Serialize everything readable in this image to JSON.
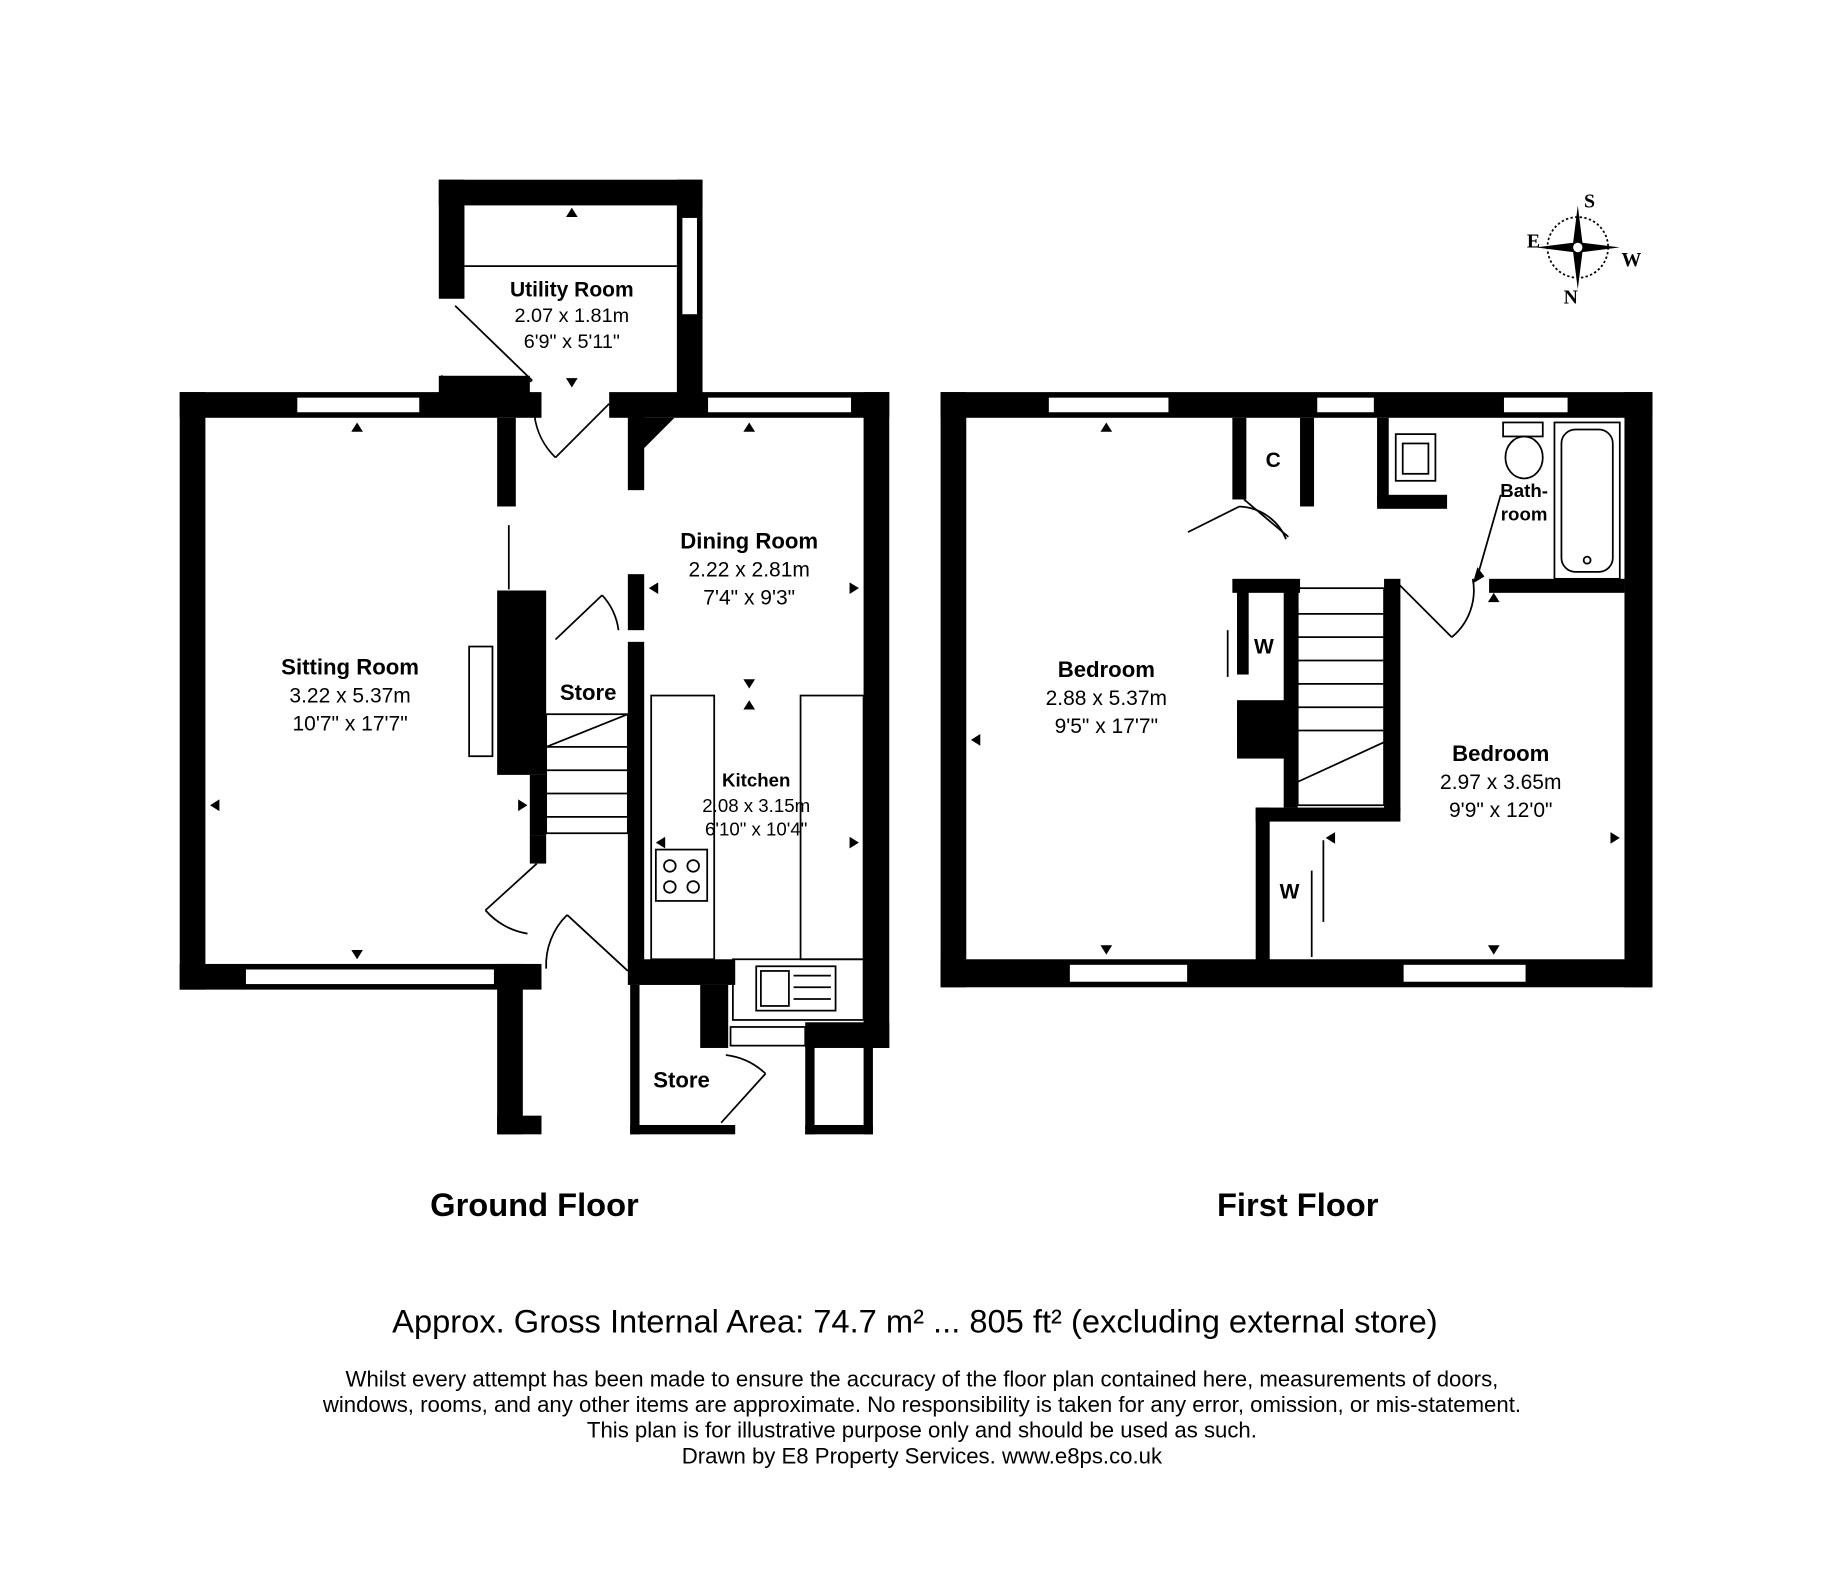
{
  "ground_floor": {
    "title": "Ground Floor",
    "rooms": {
      "utility": {
        "name": "Utility Room",
        "metric": "2.07 x 1.81m",
        "imperial": "6'9\" x 5'11\""
      },
      "sitting": {
        "name": "Sitting Room",
        "metric": "3.22 x 5.37m",
        "imperial": "10'7\" x 17'7\""
      },
      "dining": {
        "name": "Dining Room",
        "metric": "2.22 x 2.81m",
        "imperial": "7'4\" x 9'3\""
      },
      "store_inner": {
        "name": "Store"
      },
      "kitchen": {
        "name": "Kitchen",
        "metric": "2.08 x 3.15m",
        "imperial": "6'10\" x 10'4\""
      },
      "store_outer": {
        "name": "Store"
      }
    }
  },
  "first_floor": {
    "title": "First Floor",
    "rooms": {
      "cupboard": {
        "name": "C"
      },
      "bathroom": {
        "name_line1": "Bath-",
        "name_line2": "room"
      },
      "bedroom_left": {
        "name": "Bedroom",
        "metric": "2.88 x 5.37m",
        "imperial": "9'5\" x 17'7\""
      },
      "bedroom_right": {
        "name": "Bedroom",
        "metric": "2.97 x 3.65m",
        "imperial": "9'9\" x 12'0\""
      },
      "wardrobe_1": {
        "name": "W"
      },
      "wardrobe_2": {
        "name": "W"
      }
    }
  },
  "compass": {
    "n": "N",
    "s": "S",
    "e": "E",
    "w": "W",
    "icon": "compass-icon"
  },
  "area": "Approx. Gross Internal Area: 74.7 m² ... 805 ft² (excluding external store)",
  "disclaimer": [
    "Whilst every attempt has been made to ensure the accuracy of the floor plan contained here, measurements of doors,",
    "windows, rooms, and any other items are approximate. No responsibility is taken for any error, omission, or mis-statement.",
    "This plan is for illustrative purpose only and should be used as such.",
    "Drawn by E8 Property Services. www.e8ps.co.uk"
  ]
}
